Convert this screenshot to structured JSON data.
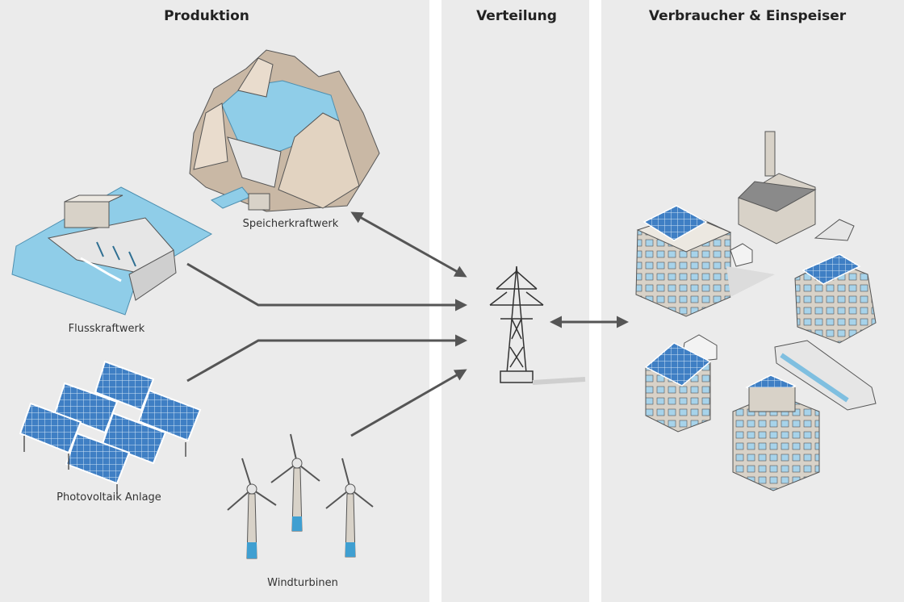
{
  "columns": {
    "production": "Produktion",
    "distribution": "Verteilung",
    "consumers": "Verbraucher & Einspeiser"
  },
  "producers": {
    "storage_plant": "Speicherkraftwerk",
    "river_plant": "Flusskraftwerk",
    "photovoltaic": "Photovoltaik Anlage",
    "wind": "Windturbinen"
  },
  "colors": {
    "panel": "#ebebeb",
    "arrow": "#555555",
    "water": "#8fcde8",
    "rock": "#d9c8b4",
    "solar": "#3f7fc4",
    "building": "#d8d2c8",
    "tower": "#333333"
  },
  "icons": [
    "dam-icon",
    "river-plant-icon",
    "solar-panel-icon",
    "wind-turbine-icon",
    "pylon-icon",
    "factory-icon",
    "house-icon",
    "car-icon",
    "train-icon"
  ]
}
